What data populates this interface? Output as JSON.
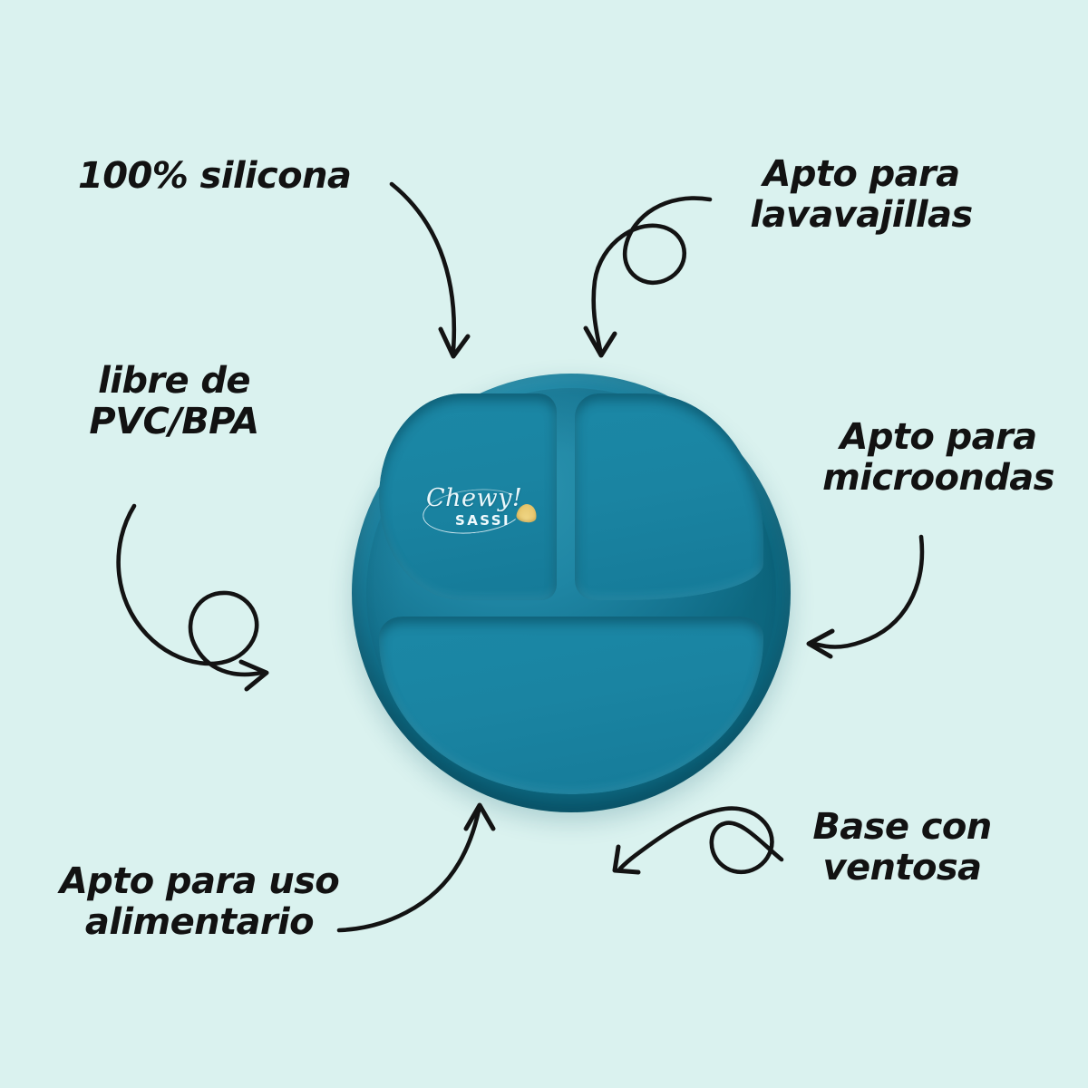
{
  "page": {
    "title": "Plato de silicona infantil - caracteristicas",
    "background_color": "#daf2ef",
    "text_color": "#121212"
  },
  "features": [
    {
      "id": "silicona",
      "label": "100% silicona",
      "position": "top-left"
    },
    {
      "id": "lavavajillas",
      "label": "Apto para\nlavavajillas",
      "position": "top-right"
    },
    {
      "id": "pvc",
      "label": "libre de\nPVC/BPA",
      "position": "middle-left"
    },
    {
      "id": "microondas",
      "label": "Apto para\nmicroondas",
      "position": "middle-right"
    },
    {
      "id": "alimentario",
      "label": "Apto para uso\nalimentario",
      "position": "bottom-left"
    },
    {
      "id": "ventosa",
      "label": "Base con\nventosa",
      "position": "bottom-right"
    }
  ],
  "arrows": [
    {
      "id": "arrow-silicona",
      "icon": "curved-arrow-down",
      "points_to": "plate-top-left"
    },
    {
      "id": "arrow-lavavajillas",
      "icon": "looped-arrow-down-left",
      "points_to": "plate-top"
    },
    {
      "id": "arrow-pvc",
      "icon": "looped-arrow-right",
      "points_to": "plate-left"
    },
    {
      "id": "arrow-microondas",
      "icon": "curved-arrow-left",
      "points_to": "plate-right"
    },
    {
      "id": "arrow-alimentario",
      "icon": "curved-arrow-up-right",
      "points_to": "plate-bottom-left"
    },
    {
      "id": "arrow-ventosa",
      "icon": "looped-arrow-up-left",
      "points_to": "plate-bottom-right"
    }
  ],
  "product": {
    "name": "plato-dividido-silicona",
    "shape": "round",
    "plate_color": "#17809c",
    "compartment_color": "#1a84a2",
    "rim_highlight_color": "#3fb7cf",
    "compartments": [
      {
        "id": "top-left",
        "name": "compartment-logo",
        "contents": "brand-logo"
      },
      {
        "id": "top-right",
        "name": "compartment-pattern",
        "contents": "tropical-leaf-pattern"
      },
      {
        "id": "bottom",
        "name": "compartment-elephant",
        "contents": "elephant-graphic"
      }
    ],
    "brand": {
      "script_name": "Chewy!",
      "sub_name": "SASSI",
      "mark_color": "#eaf7fb",
      "shell_color": "#e8c971"
    },
    "elephant": {
      "name": "elephant-graphic",
      "body_color": "#cfeaf2",
      "eye_color": "#2b2b2b",
      "cheek_color": "#f3b9b5"
    },
    "pattern": {
      "name": "tropical-leaf-pattern",
      "shell_color": "#e9d08a",
      "leaf_color": "#6d8a8c",
      "flower_color": "#e0a33f",
      "pebble_color": "#e3eef0"
    }
  }
}
